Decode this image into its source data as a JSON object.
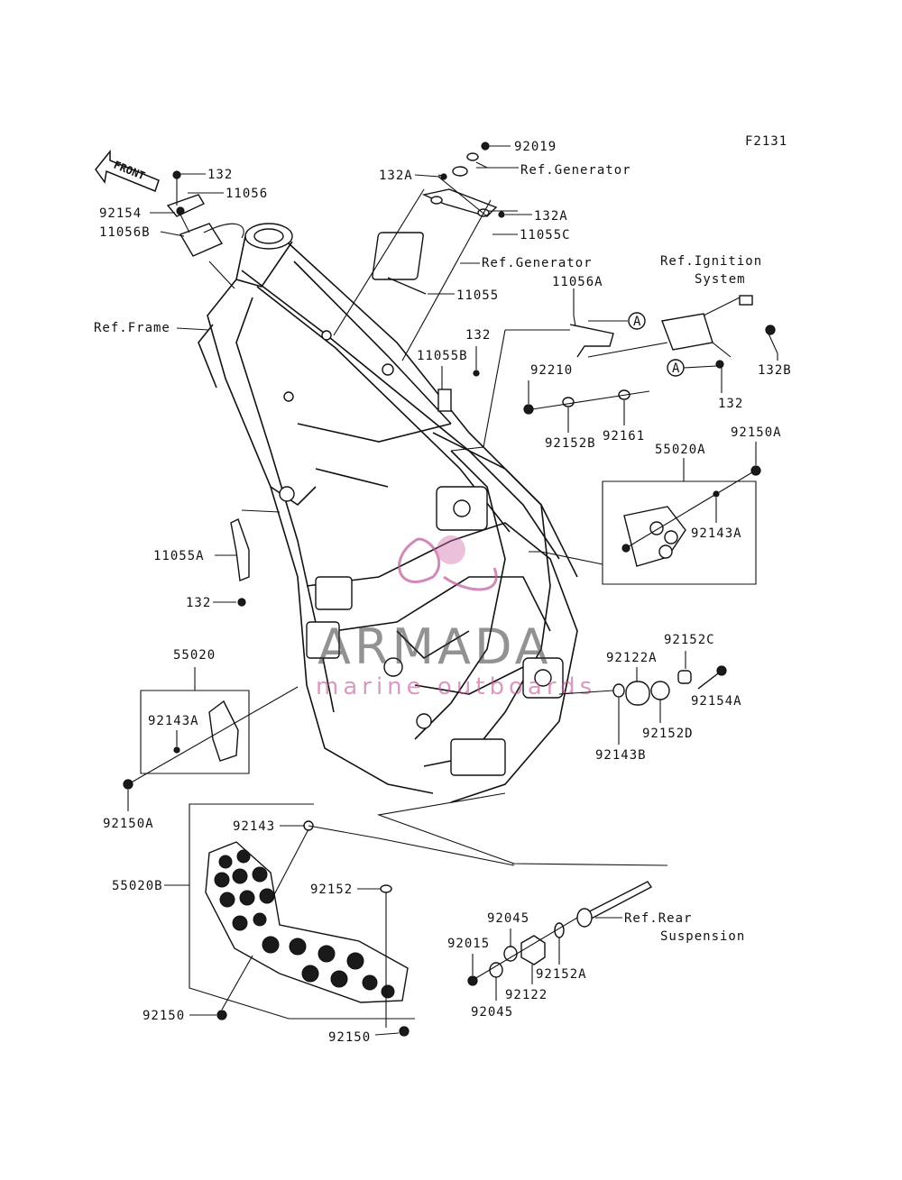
{
  "code": "F2131",
  "front_arrow": "FRONT",
  "labels": {
    "p132_top": "132",
    "p11056": "11056",
    "p92154": "92154",
    "p11056B": "11056B",
    "ref_frame": "Ref.Frame",
    "p92019": "92019",
    "ref_generator_1": "Ref.Generator",
    "p132A_top": "132A",
    "p132A_right": "132A",
    "p11055C": "11055C",
    "ref_generator_2": "Ref.Generator",
    "p11055": "11055",
    "ref_ignition_1": "Ref.Ignition",
    "ref_ignition_2": "System",
    "p11056A": "11056A",
    "callout_a1": "A",
    "callout_a2": "A",
    "p132B": "132B",
    "p132_mid": "132",
    "p11055B": "11055B",
    "p132_ign": "132",
    "p92210": "92210",
    "p92152B": "92152B",
    "p92161": "92161",
    "p55020A": "55020A",
    "p92150A_top": "92150A",
    "p92143A_right": "92143A",
    "p11055A": "11055A",
    "p132_low": "132",
    "p55020": "55020",
    "p92143A_left": "92143A",
    "p92150A_left": "92150A",
    "p92152C": "92152C",
    "p92122A": "92122A",
    "p92154A": "92154A",
    "p92152D": "92152D",
    "p92143B": "92143B",
    "p92143": "92143",
    "p55020B": "55020B",
    "p92152": "92152",
    "p92150_left": "92150",
    "p92150_bottom": "92150",
    "ref_rear_1": "Ref.Rear",
    "ref_rear_2": "Suspension",
    "p92045_top": "92045",
    "p92015": "92015",
    "p92152A": "92152A",
    "p92122": "92122",
    "p92045_bottom": "92045"
  },
  "watermark": {
    "brand": "ARMADA",
    "tagline": "marine outboards",
    "color": "#c0589a"
  }
}
